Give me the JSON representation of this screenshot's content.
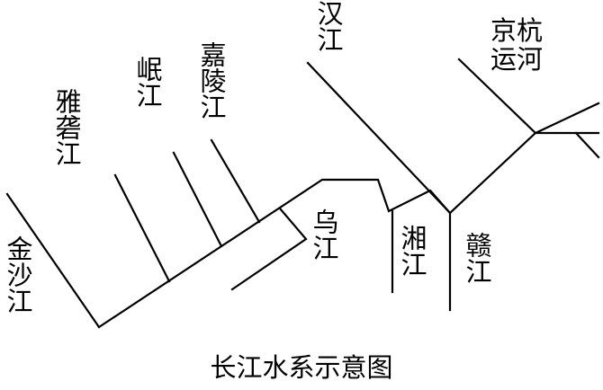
{
  "rivers": {
    "jinsha": "金沙江",
    "yalong": "雅砻江",
    "min": "岷江",
    "jialing": "嘉陵江",
    "han": "汉江",
    "grand_canal_line1": "京杭",
    "grand_canal_line2": "运河",
    "wu": "乌江",
    "xiang": "湘江",
    "gan": "赣江"
  },
  "caption": "长江水系示意图"
}
